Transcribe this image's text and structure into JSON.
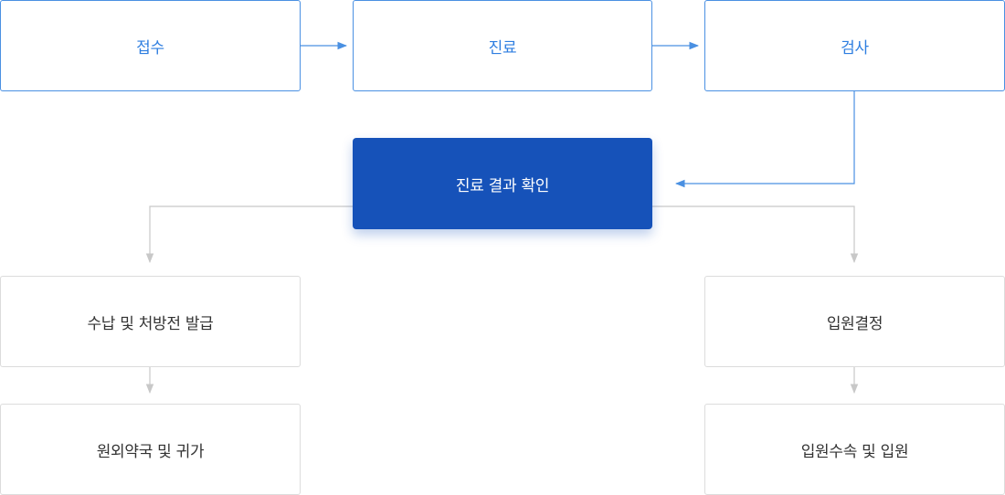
{
  "steps": {
    "reception": "접수",
    "treatment": "진료",
    "examination": "검사",
    "result_check": "진료 결과 확인",
    "payment": "수납 및 처방전 발급",
    "pharmacy": "원외약국 및 귀가",
    "admission_decision": "입원결정",
    "admission_procedure": "입원수속 및 입원"
  },
  "colors": {
    "primary_border": "#4a90e2",
    "primary_text": "#2e7ee0",
    "main_fill": "#1652b9",
    "gray_border": "#dcdcdc",
    "gray_arrow": "#c8c8c8"
  }
}
